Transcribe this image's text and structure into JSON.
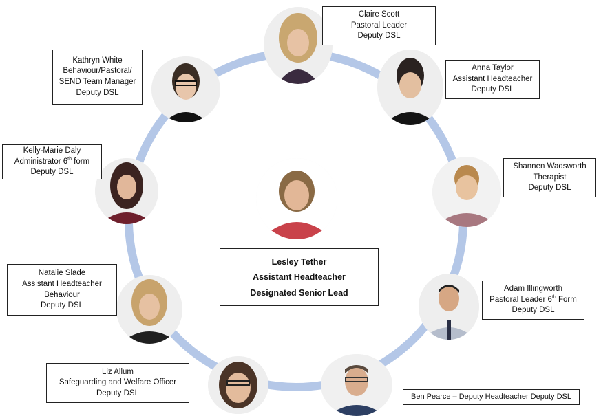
{
  "lead": {
    "name": "Lesley Tether",
    "role": "Assistant Headteacher",
    "title": "Designated Senior Lead"
  },
  "staff": {
    "claire": {
      "name": "Claire Scott",
      "role": "Pastoral Leader",
      "dsl": "Deputy DSL"
    },
    "anna": {
      "name": "Anna Taylor",
      "role": "Assistant Headteacher",
      "dsl": "Deputy DSL"
    },
    "shannen": {
      "name": "Shannen Wadsworth",
      "role": "Therapist",
      "dsl": "Deputy DSL"
    },
    "adam": {
      "name": "Adam Illingworth",
      "role_pre": "Pastoral Leader 6",
      "role_sup": "th",
      "role_post": " Form",
      "dsl": "Deputy DSL"
    },
    "ben": {
      "text": "Ben Pearce – Deputy Headteacher Deputy DSL"
    },
    "liz": {
      "name": "Liz Allum",
      "role": "Safeguarding and Welfare Officer",
      "dsl": "Deputy DSL"
    },
    "natalie": {
      "name": "Natalie Slade",
      "role": "Assistant Headteacher",
      "role2": "Behaviour",
      "dsl": "Deputy DSL"
    },
    "kelly": {
      "name": "Kelly-Marie Daly",
      "role_pre": "Administrator 6",
      "role_sup": "th",
      "role_post": " form",
      "dsl": "Deputy DSL"
    },
    "kathryn": {
      "name": "Kathryn White",
      "role": "Behaviour/Pastoral/",
      "role2": "SEND Team Manager",
      "dsl": "Deputy DSL"
    }
  },
  "colors": {
    "ring": "#b4c7e7",
    "border": "#222222"
  },
  "icons": {
    "photo": "person-photo-icon"
  }
}
